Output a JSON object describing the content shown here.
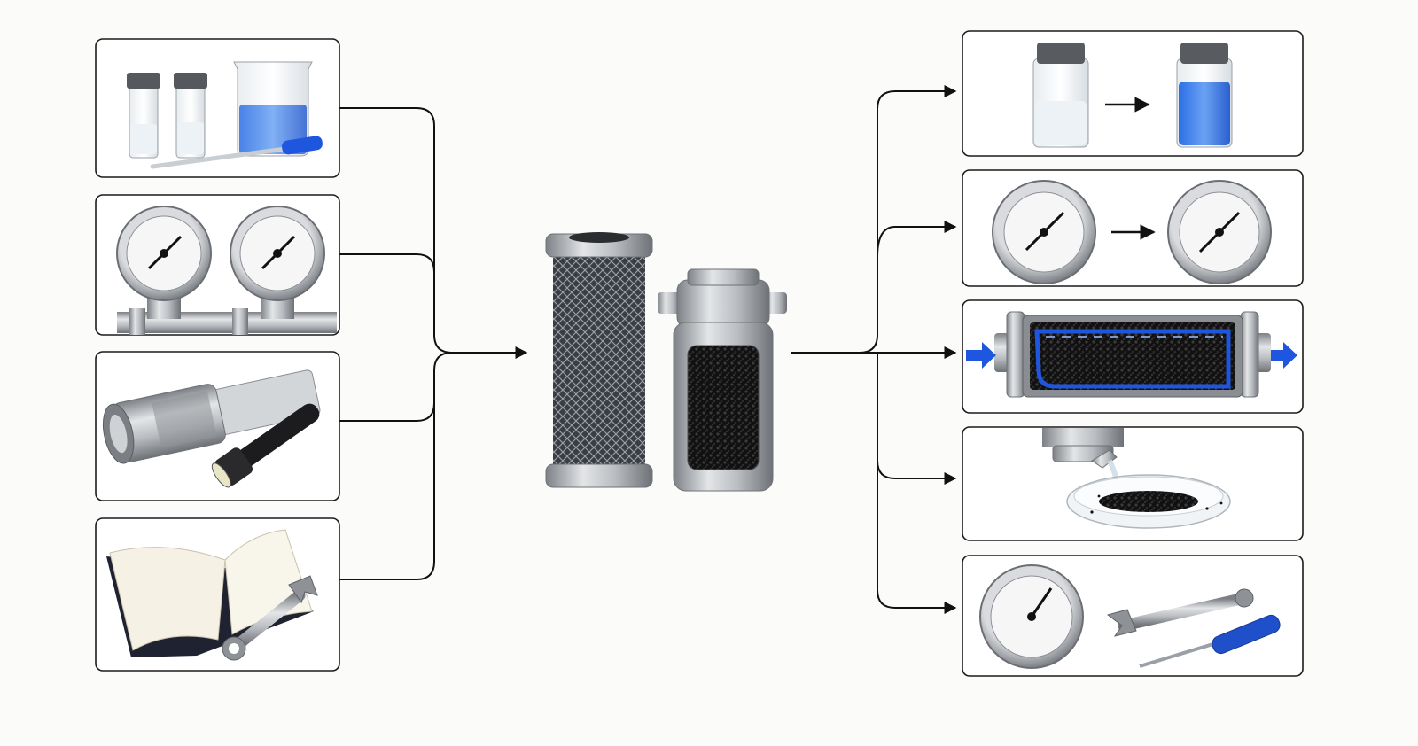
{
  "colors": {
    "background": "#fbfbf9",
    "panel_border": "#1b1b1b",
    "connector": "#111111",
    "accent_blue": "#1f56e0",
    "metal": "#a9adb2",
    "carbon": "#1a1a1a"
  },
  "inputs": [
    {
      "id": "sample-collection",
      "icons": [
        "vial-icon",
        "vial-icon",
        "beaker-icon",
        "pipette-icon"
      ]
    },
    {
      "id": "pressure-gauges",
      "icons": [
        "pressure-gauge-icon",
        "pressure-gauge-icon",
        "pipe-manifold-icon"
      ]
    },
    {
      "id": "inspection-tools",
      "icons": [
        "filter-housing-cutaway-icon",
        "flashlight-icon"
      ]
    },
    {
      "id": "log-and-tools",
      "icons": [
        "notebook-icon",
        "wrench-icon"
      ]
    }
  ],
  "center": {
    "icons": [
      "carbon-block-cartridge-icon",
      "granular-carbon-housing-icon"
    ]
  },
  "outputs": [
    {
      "id": "water-quality-change",
      "icons": [
        "clear-vial-icon",
        "arrow-right-icon",
        "blue-vial-icon"
      ]
    },
    {
      "id": "pressure-drop",
      "icons": [
        "pressure-gauge-icon",
        "arrow-right-icon",
        "pressure-gauge-icon"
      ]
    },
    {
      "id": "flow-channeling",
      "icons": [
        "carbon-housing-flow-icon",
        "flow-arrow-in-icon",
        "flow-arrow-out-icon"
      ]
    },
    {
      "id": "carbon-fines-release",
      "icons": [
        "housing-outlet-icon",
        "petri-dish-icon"
      ]
    },
    {
      "id": "maintenance",
      "icons": [
        "gauge-icon",
        "wrench-icon",
        "screwdriver-icon"
      ]
    }
  ]
}
